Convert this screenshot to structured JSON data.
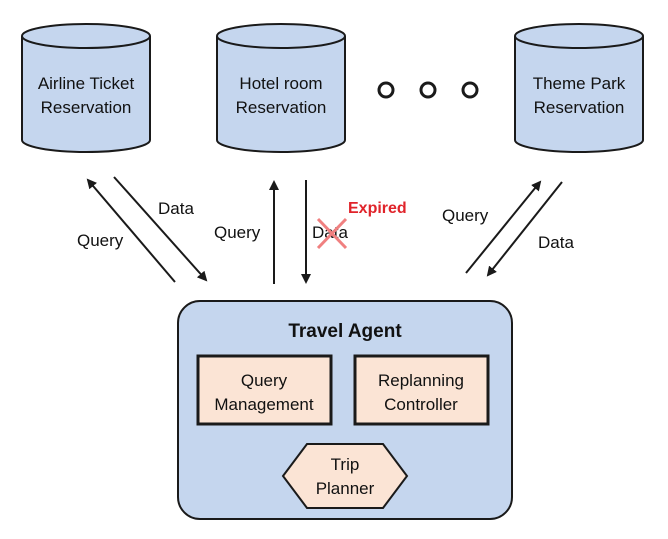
{
  "colors": {
    "db_fill": "#c5d6ee",
    "agent_fill": "#c5d6ee",
    "box_fill": "#fbe4d5",
    "expired": "#e0232a",
    "cross": "#f08080"
  },
  "databases": [
    {
      "line1": "Airline Ticket",
      "line2": "Reservation"
    },
    {
      "line1": "Hotel room",
      "line2": "Reservation"
    },
    {
      "line1": "Theme Park",
      "line2": "Reservation"
    }
  ],
  "ellipsis_dots": 3,
  "links": {
    "left": {
      "query": "Query",
      "data": "Data"
    },
    "middle": {
      "query": "Query",
      "data": "Data",
      "status": "Expired",
      "status_icon": "cross-icon"
    },
    "right": {
      "query": "Query",
      "data": "Data"
    }
  },
  "agent": {
    "title": "Travel Agent",
    "query_management": {
      "line1": "Query",
      "line2": "Management"
    },
    "replanning_controller": {
      "line1": "Replanning",
      "line2": "Controller"
    },
    "trip_planner": {
      "line1": "Trip",
      "line2": "Planner"
    }
  }
}
